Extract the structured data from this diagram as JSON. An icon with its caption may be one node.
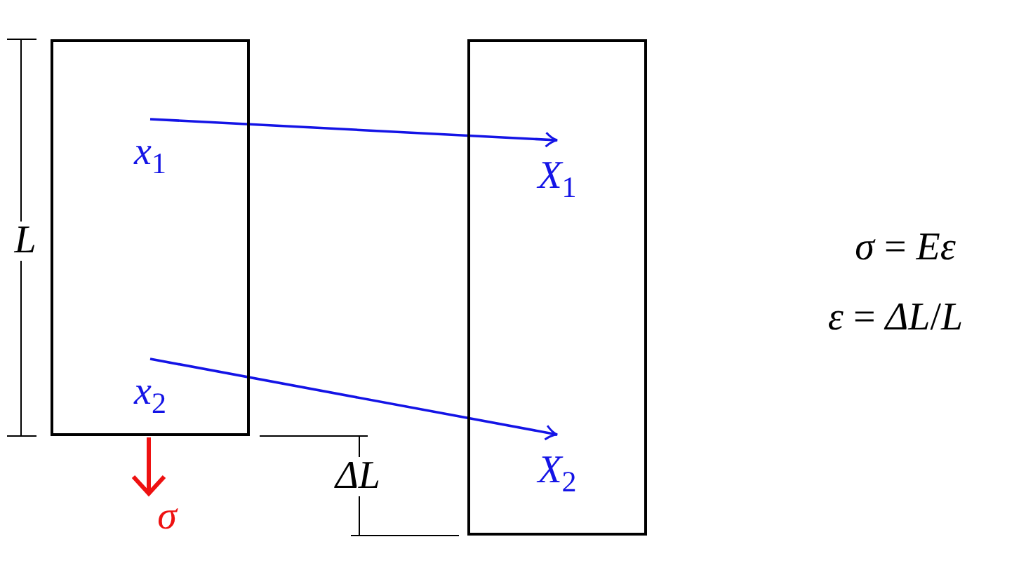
{
  "diagram": {
    "nodes": [
      {
        "text": [],
        "shape": "box"
      },
      {
        "text": [],
        "shape": "box"
      },
      {
        "text": [
          "*x*$_{1}$"
        ],
        "in": 0
      },
      {
        "text": [
          "*X*$_{1}$"
        ],
        "in": 1
      },
      {
        "text": [
          "*x*$_{2}$"
        ],
        "in": 0
      },
      {
        "text": [
          "*X*$_{2}$"
        ],
        "in": 1
      }
    ],
    "edges": [
      {
        "from": 2,
        "to": 3,
        "arrow": "to"
      },
      {
        "from": 4,
        "to": 5,
        "arrow": "to"
      }
    ],
    "labels": [
      "*L*",
      "*ΔL*",
      "*σ*",
      "*σ* = *Eε*",
      "*ε* = *ΔL*/*L*"
    ]
  }
}
